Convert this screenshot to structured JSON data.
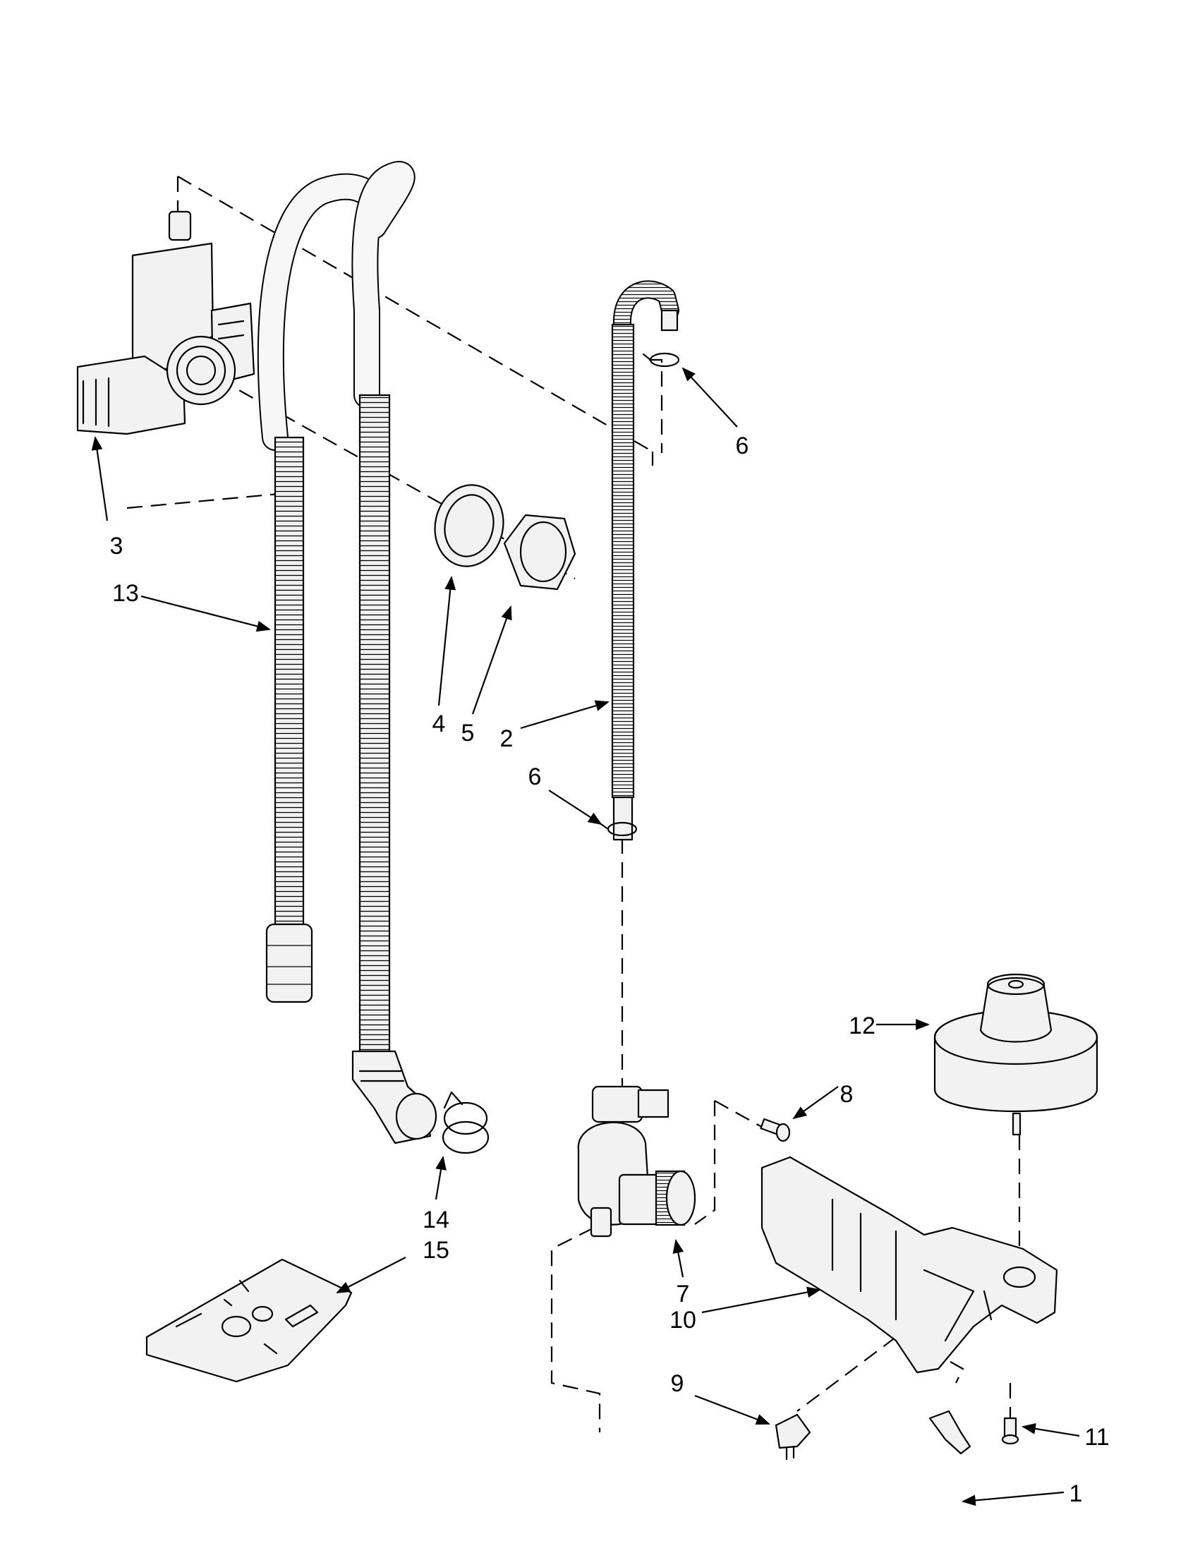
{
  "diagram": {
    "colors": {
      "line": "#000000",
      "background": "#ffffff",
      "part_fill": "#f2f2f2"
    },
    "callouts": [
      {
        "id": "c1",
        "label": "1"
      },
      {
        "id": "c2",
        "label": "2"
      },
      {
        "id": "c3",
        "label": "3"
      },
      {
        "id": "c4",
        "label": "4"
      },
      {
        "id": "c5",
        "label": "5"
      },
      {
        "id": "c6a",
        "label": "6"
      },
      {
        "id": "c6b",
        "label": "6"
      },
      {
        "id": "c7",
        "label": "7"
      },
      {
        "id": "c8",
        "label": "8"
      },
      {
        "id": "c9",
        "label": "9"
      },
      {
        "id": "c10",
        "label": "10"
      },
      {
        "id": "c11",
        "label": "11"
      },
      {
        "id": "c12",
        "label": "12"
      },
      {
        "id": "c13",
        "label": "13"
      },
      {
        "id": "c14",
        "label": "14"
      },
      {
        "id": "c15",
        "label": "15"
      }
    ]
  }
}
